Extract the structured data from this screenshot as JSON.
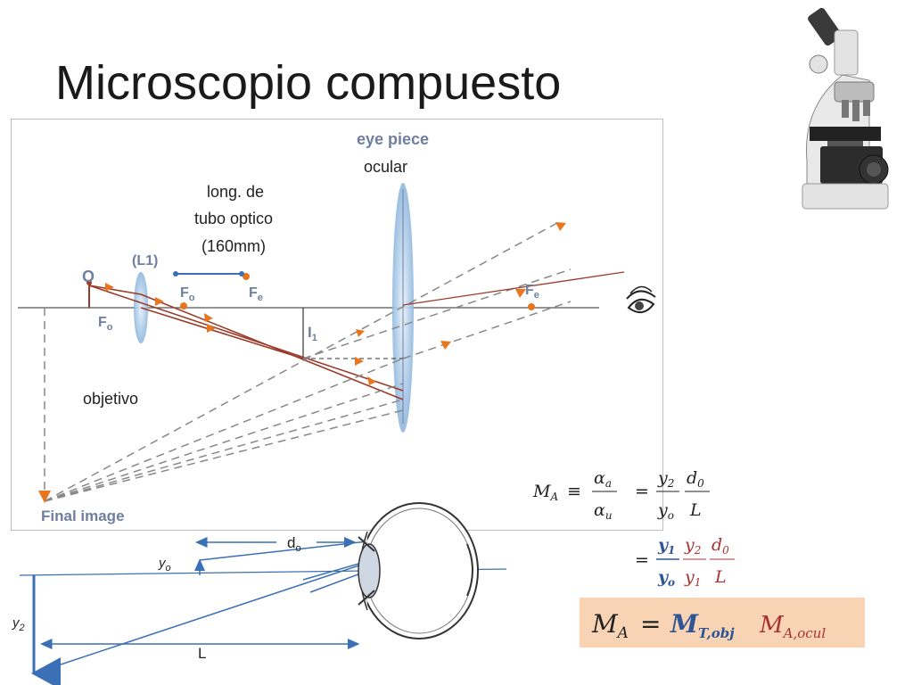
{
  "title": "Microscopio compuesto",
  "optics": {
    "eyepiece_caption": "eye piece",
    "ocular_label": "ocular",
    "tube_label_1": "long. de",
    "tube_label_2": "tubo optico",
    "tube_label_3": "(160mm)",
    "objective_label": "objetivo",
    "object_label": "O",
    "lens1_label": "(L1)",
    "fo_label": "F",
    "fo_sub": "o",
    "fe_label": "F",
    "fe_sub": "e",
    "fo2_label": "F",
    "fo2_sub": "o",
    "fe2_label": "F",
    "fe2_sub": "e",
    "image_label": "I",
    "image_sub": "1",
    "final_image_label": "Final image"
  },
  "eye_diagram": {
    "do_label": "d",
    "do_sub": "o",
    "yo_label": "y",
    "yo_sub": "o",
    "y2_label": "y",
    "y2_sub": "2",
    "L_label": "L"
  },
  "equations": {
    "ma": "M",
    "ma_sub": "A",
    "equiv": "≡",
    "alpha_a": "α",
    "alpha_a_sub": "a",
    "alpha_u": "α",
    "alpha_u_sub": "u",
    "eq1": "=",
    "y2": "y",
    "y2_sub": "2",
    "yo": "y",
    "yo_sub": "o",
    "d0": "d",
    "d0_sub": "0",
    "L": "L",
    "eq2": "=",
    "y1": "y",
    "y1_sub": "1",
    "yo2": "y",
    "yo2_sub": "o",
    "y2b": "y",
    "y2b_sub": "2",
    "y1b": "y",
    "y1b_sub": "1",
    "d0b": "d",
    "d0b_sub": "0",
    "Lb": "L",
    "box_ma": "M",
    "box_ma_sub": "A",
    "box_eq": "=",
    "box_mt": "M",
    "box_mt_sub": "T,obj",
    "box_mao": "M",
    "box_mao_sub": "A,ocul"
  },
  "colors": {
    "ray_red": "#9b3b2a",
    "arrow_orange": "#e8761e",
    "lens_blue": "#9ec3e6",
    "eye_blue": "#3b6fb6",
    "box_bg": "#f8d4b4",
    "eq_blue": "#2f5597",
    "eq_red": "#a83232"
  },
  "icons": [
    "microscope-icon",
    "eye-icon"
  ]
}
